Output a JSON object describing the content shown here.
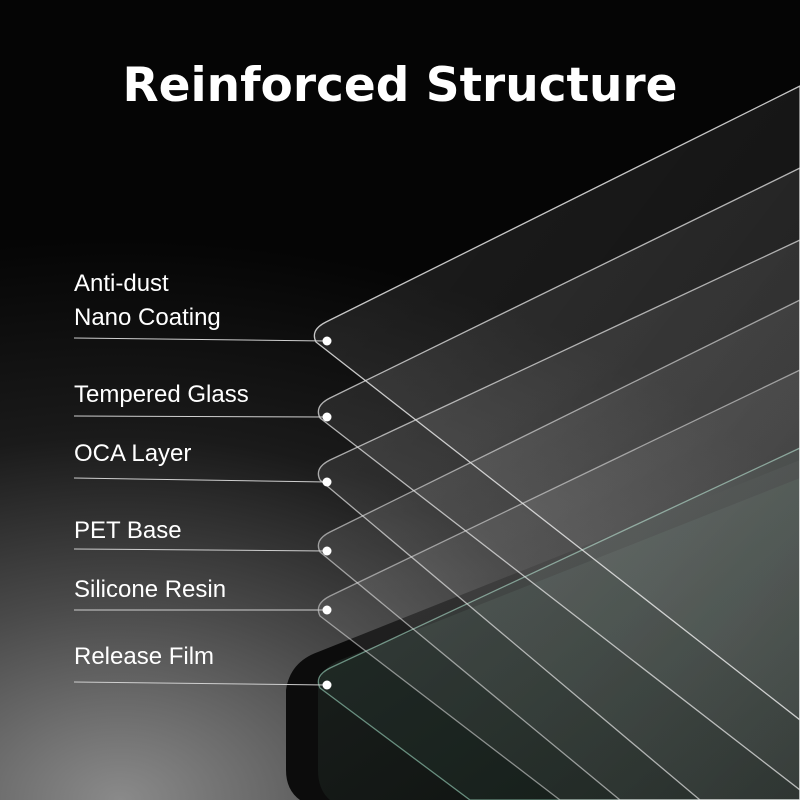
{
  "title": "Reinforced Structure",
  "layers": [
    {
      "lines": [
        "Anti-dust",
        "Nano Coating"
      ]
    },
    {
      "lines": [
        "Tempered Glass"
      ]
    },
    {
      "lines": [
        "OCA Layer"
      ]
    },
    {
      "lines": [
        "PET Base"
      ]
    },
    {
      "lines": [
        "Silicone Resin"
      ]
    },
    {
      "lines": [
        "Release Film"
      ]
    }
  ],
  "colors": {
    "text": "#ffffff",
    "background": "#000000",
    "layer_edge": "#e6e6e6"
  }
}
